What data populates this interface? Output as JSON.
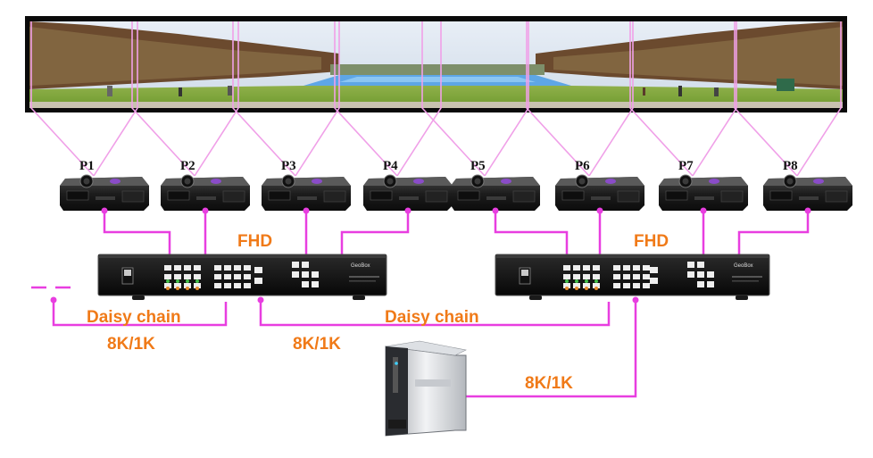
{
  "screen": {
    "image": "panoramic-garden-photo"
  },
  "projectors": [
    {
      "label": "P1"
    },
    {
      "label": "P2"
    },
    {
      "label": "P3"
    },
    {
      "label": "P4"
    },
    {
      "label": "P5"
    },
    {
      "label": "P6"
    },
    {
      "label": "P7"
    },
    {
      "label": "P8"
    }
  ],
  "labels": {
    "fhd_left": "FHD",
    "fhd_right": "FHD",
    "daisy_left": "Daisy chain",
    "daisy_center": "Daisy chain",
    "res_left": "8K/1K",
    "res_center": "8K/1K",
    "res_server": "8K/1K"
  },
  "processors": [
    {
      "brand": "GeoBox"
    },
    {
      "brand": "GeoBox"
    }
  ],
  "colors": {
    "cable": "#e83ee0",
    "projection_lines": "#f0a0e8",
    "label_orange": "#f07a18"
  }
}
